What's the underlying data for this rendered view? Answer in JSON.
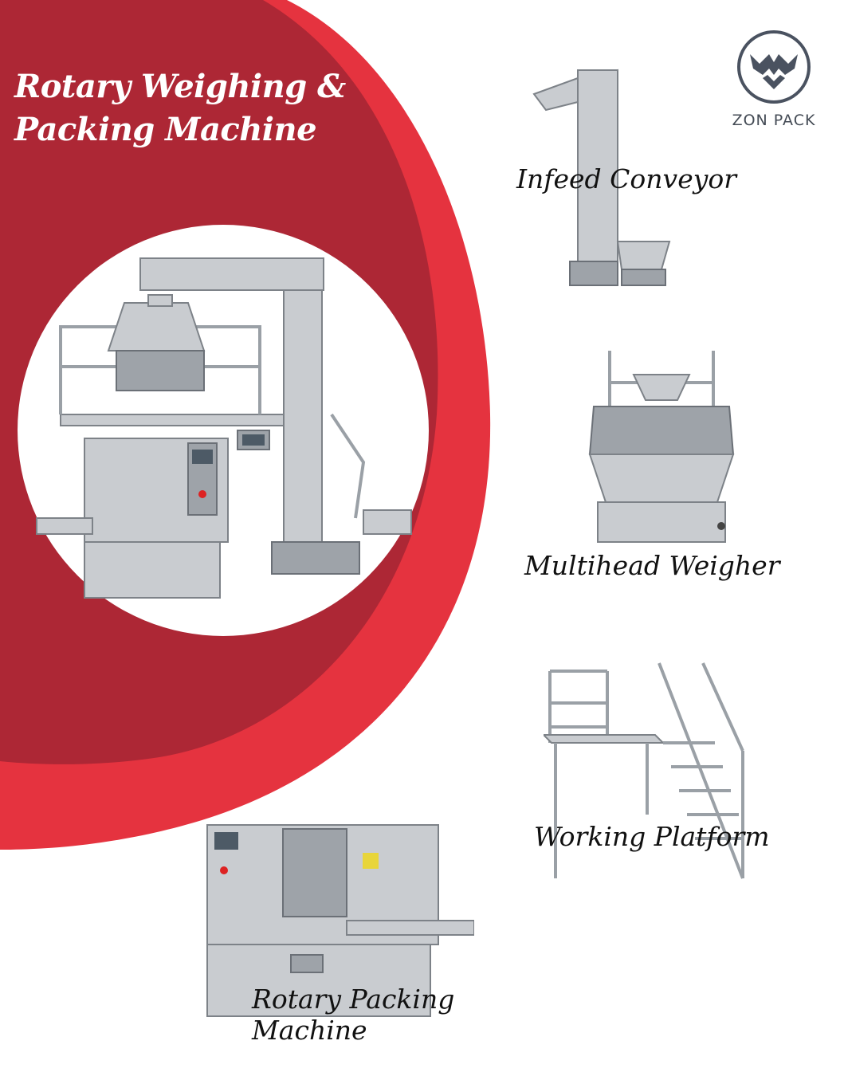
{
  "title": {
    "line1": "Rotary Weighing &",
    "line2": "Packing Machine"
  },
  "brand": {
    "name": "ZON PACK",
    "color": "#4a5260"
  },
  "colors": {
    "red_outer": "#e5333f",
    "red_inner": "#ad2735"
  },
  "components": [
    {
      "label": "Infeed Conveyor",
      "icon": "bucket-conveyor-image"
    },
    {
      "label": "Multihead Weigher",
      "icon": "multihead-weigher-image"
    },
    {
      "label": "Working Platform",
      "icon": "working-platform-image"
    },
    {
      "label_line1": "Rotary Packing",
      "label_line2": "Machine",
      "icon": "rotary-packing-machine-image"
    }
  ]
}
